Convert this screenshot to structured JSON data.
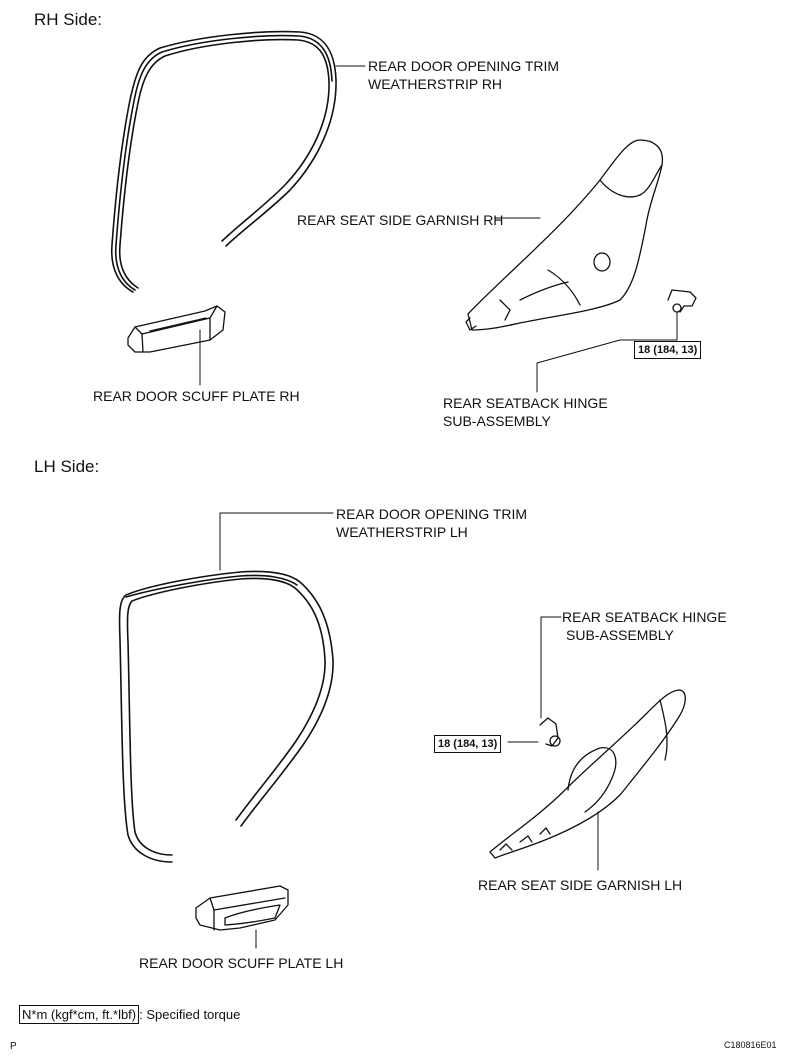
{
  "rh": {
    "heading": "RH Side:",
    "weatherstrip": [
      "REAR DOOR OPENING TRIM",
      "WEATHERSTRIP RH"
    ],
    "garnish": "REAR SEAT SIDE GARNISH RH",
    "hinge": [
      "REAR SEATBACK HINGE",
      "SUB-ASSEMBLY"
    ],
    "torque": "18 (184, 13)",
    "scuff": "REAR DOOR SCUFF PLATE RH"
  },
  "lh": {
    "heading": "LH Side:",
    "weatherstrip": [
      "REAR DOOR OPENING TRIM",
      "WEATHERSTRIP LH"
    ],
    "hinge": [
      "REAR SEATBACK HINGE",
      "SUB-ASSEMBLY"
    ],
    "torque": "18 (184, 13)",
    "garnish": "REAR SEAT SIDE GARNISH LH",
    "scuff": "REAR DOOR SCUFF PLATE LH"
  },
  "legend": {
    "unit": "N*m (kgf*cm, ft.*lbf)",
    "desc": ": Specified torque"
  },
  "footer": {
    "left": "P",
    "code": "C180816E01"
  }
}
